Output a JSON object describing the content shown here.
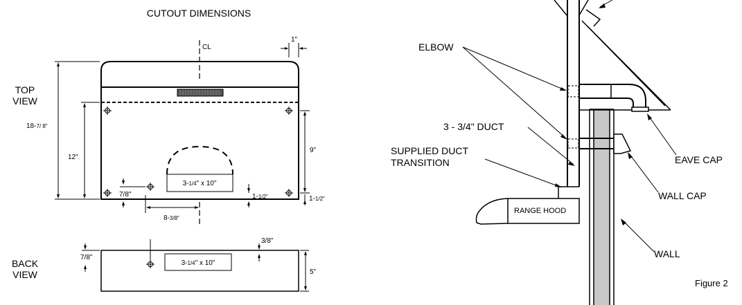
{
  "left": {
    "title": "CUTOUT DIMENSIONS",
    "top_view_line1": "TOP",
    "top_view_line2": "VIEW",
    "back_view_line1": "BACK",
    "back_view_line2": "VIEW",
    "cl": "CL",
    "dim_1in": "1\"",
    "dim_18_whole": "18-",
    "dim_18_frac": "7/ 8\"",
    "dim_12": "12\"",
    "dim_9": "9\"",
    "dim_1_5_right_whole": "1-",
    "dim_1_5_right_frac": "1/2\"",
    "dim_1_5_mid_whole": "1-",
    "dim_1_5_mid_frac": "1/2\"",
    "dim_7_8_top": "7/8\"",
    "dim_8_whole": "8-",
    "dim_8_frac": "3/8\"",
    "duct_top_pre": "3-",
    "duct_top_frac": "1/4",
    "duct_top_post": "\" x 10\"",
    "dim_3_8": "3/8\"",
    "dim_7_8_back": "7/8\"",
    "dim_5": "5\"",
    "duct_back_pre": "3-",
    "duct_back_frac": "1/4",
    "duct_back_post": "\" x 10\""
  },
  "right": {
    "elbow": "ELBOW",
    "duct": "3 - 3/4\" DUCT",
    "supplied_line1": "SUPPLIED DUCT",
    "supplied_line2": "TRANSITION",
    "eave_cap": "EAVE CAP",
    "wall_cap": "WALL CAP",
    "range_hood": "RANGE HOOD",
    "wall": "WALL",
    "figure": "Figure 2"
  },
  "colors": {
    "wall_fill": "#c8c8c8",
    "line": "#000000"
  }
}
